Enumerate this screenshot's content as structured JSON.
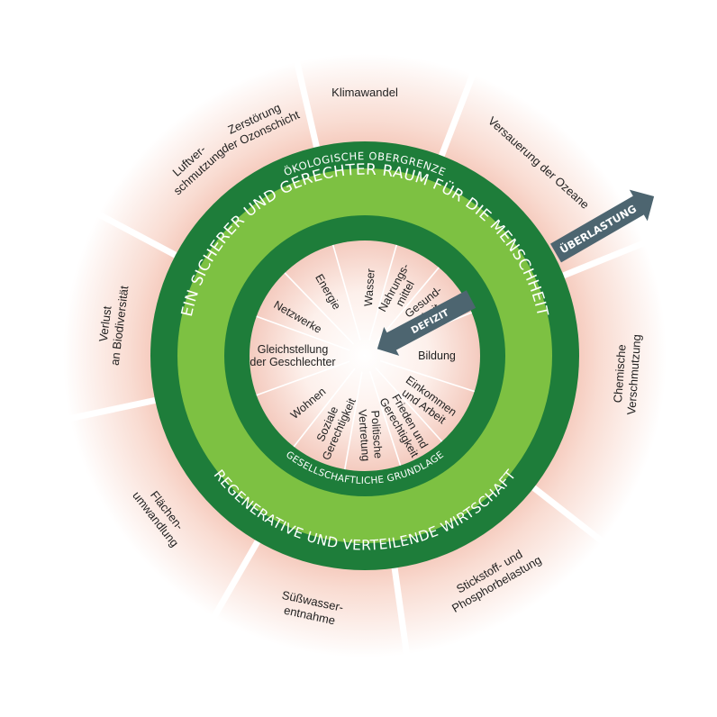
{
  "ring_texts": {
    "ecological_ceiling": "ÖKOLOGISCHE OBERGRENZE",
    "safe_space": "EIN SICHERER UND GERECHTER RAUM FÜR DIE MENSCHHEIT",
    "social_foundation": "GESELLSCHAFTLICHE GRUNDLAGE",
    "economy": "REGENERATIVE UND VERTEILENDE WIRTSCHAFT"
  },
  "arrows": {
    "overshoot": "ÜBERLASTUNG",
    "shortfall": "DEFIZIT"
  },
  "planetary_boundaries": [
    {
      "lines": [
        "Klimawandel"
      ]
    },
    {
      "lines": [
        "Versauerung der Ozeane"
      ]
    },
    {
      "lines": [
        "Chemische",
        "Verschmutzung"
      ]
    },
    {
      "lines": [
        "Stickstoff- und",
        "Phosphorbelastung"
      ]
    },
    {
      "lines": [
        "Süßwasser-",
        "entnahme"
      ]
    },
    {
      "lines": [
        "Flächen-",
        "umwandlung"
      ]
    },
    {
      "lines": [
        "Verlust",
        "an Biodiversität"
      ]
    },
    {
      "lines": [
        "Luftver-",
        "schmutzung"
      ]
    },
    {
      "lines": [
        "Zerstörung",
        "der Ozonschicht"
      ]
    }
  ],
  "social_foundations": [
    {
      "lines": [
        "Wasser"
      ]
    },
    {
      "lines": [
        "Nahrungs-",
        "mittel"
      ]
    },
    {
      "lines": [
        "Gesund-",
        "heit"
      ]
    },
    {
      "lines": [
        "Bildung"
      ]
    },
    {
      "lines": [
        "Einkommen",
        "und Arbeit"
      ]
    },
    {
      "lines": [
        "Frieden und",
        "Gerechtigkeit"
      ]
    },
    {
      "lines": [
        "Politische",
        "Vertretung"
      ]
    },
    {
      "lines": [
        "Soziale",
        "Gerechtigkeit"
      ]
    },
    {
      "lines": [
        "Wohnen"
      ]
    },
    {
      "lines": [
        "Gleichstellung",
        "der Geschlechter"
      ]
    },
    {
      "lines": [
        "Netzwerke"
      ]
    },
    {
      "lines": [
        "Energie"
      ]
    }
  ],
  "colors": {
    "dark_green": "#1e7d3a",
    "light_green": "#7dc142",
    "overshoot_glow": "#f2b9a8",
    "inner_glow": "#f6d3c9",
    "arrow": "#4d6570"
  }
}
